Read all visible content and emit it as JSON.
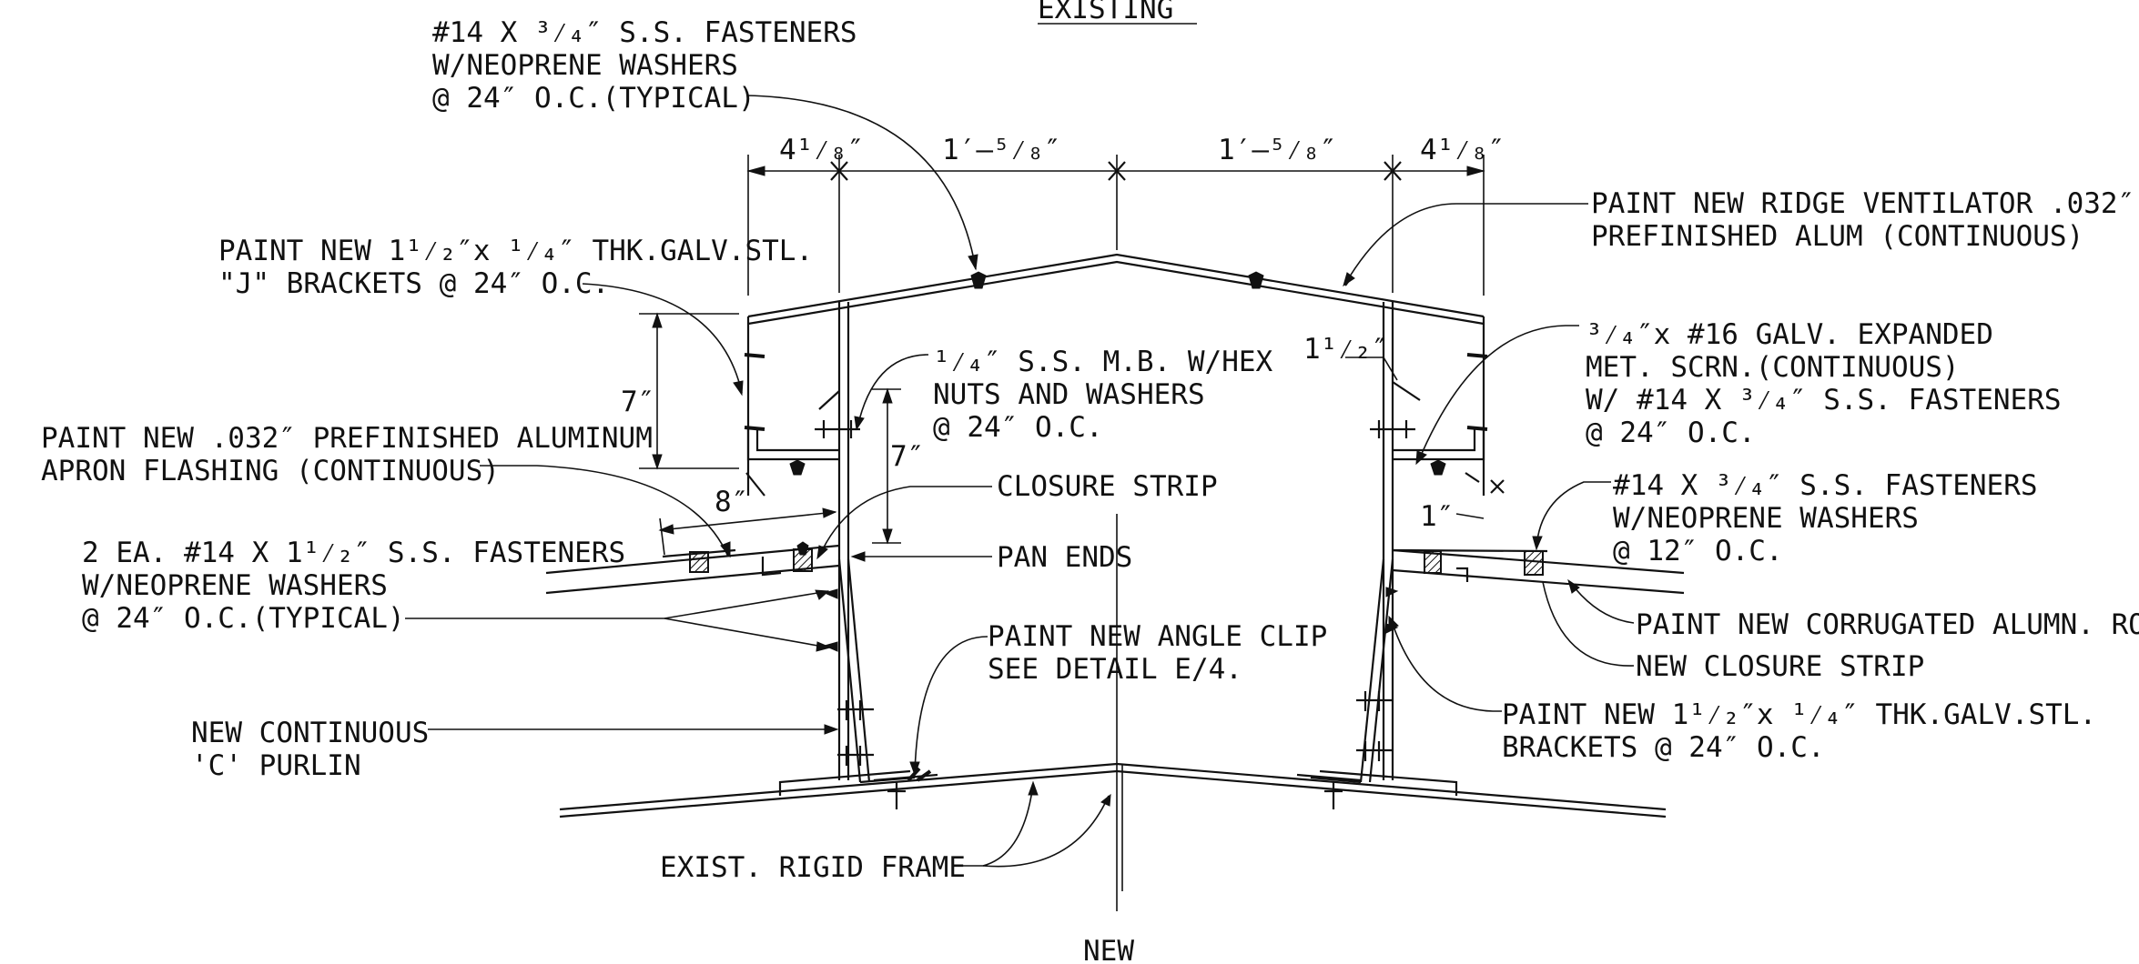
{
  "drawing": {
    "title_top": "EXISTING",
    "title_bottom": "NEW",
    "dimensions": {
      "top_left_outer": "4¹⁄₈″",
      "top_left_inner": "1′–⁵⁄₈″",
      "top_right_inner": "1′–⁵⁄₈″",
      "top_right_outer": "4¹⁄₈″",
      "left_height": "7″",
      "center_height": "7″",
      "apron_width": "8″",
      "right_gap": "1¹⁄₂″",
      "right_lower": "1″"
    },
    "notes_left": {
      "fasteners_top": [
        "#14 X ³⁄₄″ S.S. FASTENERS",
        "W/NEOPRENE WASHERS",
        "@ 24″ O.C.(TYPICAL)"
      ],
      "j_brackets": [
        "PAINT NEW 1¹⁄₂″x ¹⁄₄″ THK.GALV.STL.",
        "\"J\" BRACKETS @ 24″ O.C."
      ],
      "apron": [
        "PAINT NEW .032″ PREFINISHED ALUMINUM",
        "APRON FLASHING (CONTINUOUS)"
      ],
      "fasteners_lower": [
        "2 EA. #14 X  1¹⁄₂″ S.S. FASTENERS",
        "W/NEOPRENE WASHERS",
        "@ 24″ O.C.(TYPICAL)"
      ],
      "purlin": [
        "NEW CONTINUOUS",
        "'C' PURLIN"
      ]
    },
    "notes_center": {
      "bolts": [
        "¹⁄₄″  S.S. M.B. W/HEX",
        "NUTS AND WASHERS",
        "@ 24″ O.C."
      ],
      "closure": "CLOSURE STRIP",
      "pan_ends": "PAN ENDS",
      "angle_clip": [
        "PAINT NEW ANGLE CLIP",
        "SEE DETAIL E/4."
      ],
      "rigid_frame": "EXIST. RIGID FRAME"
    },
    "notes_right": {
      "ridge_vent": [
        "PAINT NEW RIDGE VENTILATOR .032″",
        "PREFINISHED ALUM (CONTINUOUS)"
      ],
      "screen": [
        "³⁄₄″x #16 GALV. EXPANDED",
        "MET. SCRN.(CONTINUOUS)",
        "W/ #14 X ³⁄₄″ S.S. FASTENERS",
        "@ 24″ O.C."
      ],
      "fasteners": [
        "#14 X ³⁄₄″ S.S. FASTENERS",
        "W/NEOPRENE WASHERS",
        "@ 12″ O.C."
      ],
      "roofing": "PAINT NEW CORRUGATED ALUMN. ROO",
      "closure": "NEW CLOSURE STRIP",
      "brackets": [
        "PAINT NEW 1¹⁄₂″x ¹⁄₄″ THK.GALV.STL.",
        "BRACKETS @ 24″ O.C."
      ]
    }
  }
}
